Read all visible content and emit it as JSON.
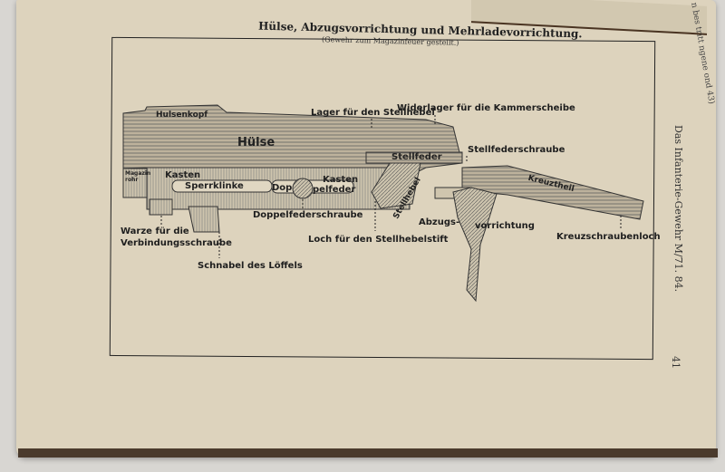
{
  "page": {
    "title": "Hülse, Abzugsvorrichtung und Mehrladevorrichtung.",
    "subtitle": "(Gewehr zum Magazinfeuer gestellt.)",
    "running_head": "Das Infanterie-Gewehr M/71. 84.",
    "page_number": "41",
    "facing_page_fragment": "n bes tritt ngene ond 43)"
  },
  "diagram": {
    "part_labels": {
      "huelsenkopf": "Hulsenkopf",
      "huelse": "Hülse",
      "magazinrohr": "Magazin rohr",
      "kasten1": "Kasten",
      "sperrklinke": "Sperrklinke",
      "dop": "Dop",
      "pelfeder": "pelfeder",
      "kasten2": "Kasten",
      "stellfeder": "Stellfeder",
      "stellhebel": "Stellhebel",
      "kreuztheil": "Kreuztheil"
    },
    "callouts": {
      "lager": "Lager für den Stellhebel",
      "widerlager": "Widerlager für die Kammerscheibe",
      "stellfederschraube": "Stellfederschraube",
      "doppelfederschraube": "Doppelfederschraube",
      "warze1": "Warze für die",
      "warze2": "Verbindungsschraube",
      "schnabel": "Schnabel des Löffels",
      "loch": "Loch für den Stellhebelstift",
      "abzugs": "Abzugs-",
      "vorrichtung": "vorrichtung",
      "kreuzschraubenloch": "Kreuzschraubenloch"
    }
  }
}
